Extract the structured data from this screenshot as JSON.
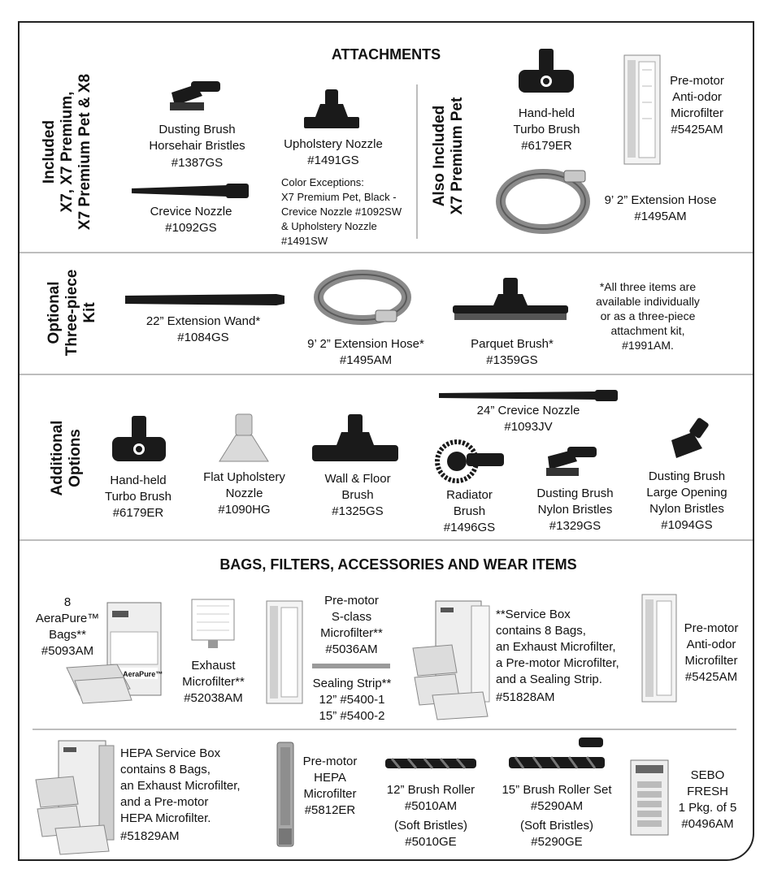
{
  "attachments": {
    "heading": "ATTACHMENTS",
    "included_label": "Included\nX7, X7 Premium,\nX7 Premium Pet & X8",
    "also_included_label": "Also Included\nX7 Premium Pet",
    "dusting_brush": {
      "name": "Dusting Brush\nHorsehair Bristles",
      "code": "#1387GS"
    },
    "upholstery_nozzle": {
      "name": "Upholstery Nozzle",
      "code": "#1491GS"
    },
    "crevice_nozzle": {
      "name": "Crevice Nozzle",
      "code": "#1092GS"
    },
    "color_exceptions": "Color Exceptions:\nX7 Premium Pet, Black -\nCrevice Nozzle #1092SW\n& Upholstery Nozzle\n#1491SW",
    "turbo_brush": {
      "name": "Hand-held\nTurbo Brush",
      "code": "#6179ER"
    },
    "premotor_antiodor": {
      "name": "Pre-motor\nAnti-odor\nMicrofilter",
      "code": "#5425AM"
    },
    "extension_hose": {
      "name": "9’ 2” Extension Hose",
      "code": "#1495AM"
    }
  },
  "optional": {
    "label": "Optional\nThree-piece\nKit",
    "wand": {
      "name": "22” Extension Wand*",
      "code": "#1084GS"
    },
    "hose": {
      "name": "9’ 2” Extension Hose*",
      "code": "#1495AM"
    },
    "parquet": {
      "name": "Parquet Brush*",
      "code": "#1359GS"
    },
    "note": "*All three items are\navailable individually\nor as a three-piece\nattachment kit,\n#1991AM."
  },
  "additional": {
    "label": "Additional\nOptions",
    "turbo": {
      "name": "Hand-held\nTurbo Brush",
      "code": "#6179ER"
    },
    "flat_upholstery": {
      "name": "Flat Upholstery\nNozzle",
      "code": "#1090HG"
    },
    "wall_floor": {
      "name": "Wall & Floor\nBrush",
      "code": "#1325GS"
    },
    "crevice24": {
      "name": "24” Crevice Nozzle",
      "code": "#1093JV"
    },
    "radiator": {
      "name": "Radiator\nBrush",
      "code": "#1496GS"
    },
    "dusting_nylon": {
      "name": "Dusting Brush\nNylon Bristles",
      "code": "#1329GS"
    },
    "dusting_large": {
      "name": "Dusting Brush\nLarge Opening\nNylon Bristles",
      "code": "#1094GS"
    }
  },
  "bags": {
    "heading": "BAGS, FILTERS, ACCESSORIES AND WEAR ITEMS",
    "aerapure": {
      "name": "8\nAeraPure™\nBags**",
      "code": "#5093AM"
    },
    "aerapure_box_label": "8 AeraPure™",
    "exhaust": {
      "name": "Exhaust\nMicrofilter**",
      "code": "#52038AM"
    },
    "sclass": {
      "name": "Pre-motor\nS-class\nMicrofilter**",
      "code": "#5036AM"
    },
    "sealing": {
      "name": "Sealing Strip**",
      "codes": "12” #5400-1\n15” #5400-2"
    },
    "service_box": "**Service Box\ncontains 8 Bags,\nan Exhaust Microfilter,\na Pre-motor Microfilter,\nand a Sealing Strip.",
    "service_code": "#51828AM",
    "antiodor": {
      "name": "Pre-motor\nAnti-odor\nMicrofilter",
      "code": "#5425AM"
    },
    "hepa_box": "HEPA Service Box\ncontains 8 Bags,\nan Exhaust Microfilter,\nand a Pre-motor\nHEPA Microfilter.",
    "hepa_box_code": "#51829AM",
    "hepa_filter": {
      "name": "Pre-motor\nHEPA\nMicrofilter",
      "code": "#5812ER"
    },
    "roller12": {
      "name": "12” Brush Roller",
      "code": "#5010AM",
      "soft": "(Soft Bristles)",
      "soft_code": "#5010GE"
    },
    "roller15": {
      "name": "15” Brush Roller Set",
      "code": "#5290AM",
      "soft": "(Soft Bristles)",
      "soft_code": "#5290GE"
    },
    "fresh": {
      "name": "SEBO\nFRESH\n1 Pkg. of 5",
      "code": "#0496AM"
    }
  },
  "colors": {
    "border": "#222222",
    "divider": "#bdbdbd",
    "product_dark": "#1a1a1a",
    "product_gray": "#9a9a9a"
  }
}
